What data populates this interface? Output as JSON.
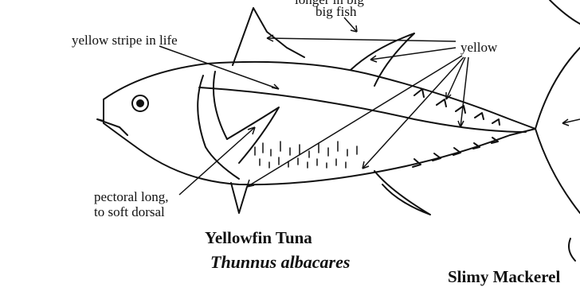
{
  "labels": {
    "top_cut_text": "longer in big",
    "big_fish": "big fish",
    "stripe": "yellow stripe in life",
    "yellow": "yellow",
    "pectoral_line1": "pectoral long,",
    "pectoral_line2": "to soft dorsal"
  },
  "caption": {
    "common_name": "Yellowfin Tuna",
    "scientific_name": "Thunnus albacares",
    "next_species_cut": "Slimy Mackerel"
  },
  "colors": {
    "ink": "#111111",
    "background": "#ffffff"
  }
}
